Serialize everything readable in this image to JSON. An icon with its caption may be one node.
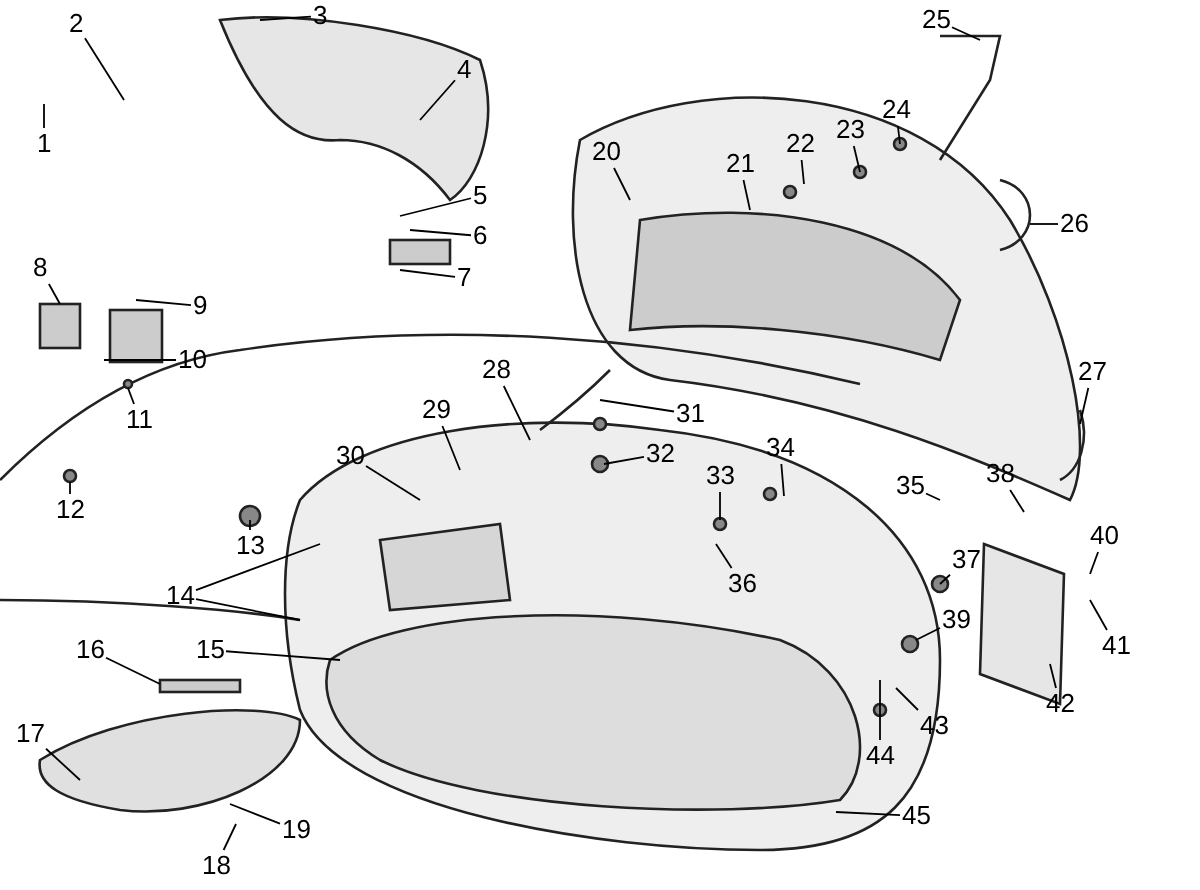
{
  "diagram": {
    "nodes": [
      {
        "text": [
          "1"
        ]
      },
      {
        "text": [
          "2"
        ]
      },
      {
        "text": [
          "3"
        ]
      },
      {
        "text": [
          "4"
        ]
      },
      {
        "text": [
          "5"
        ]
      },
      {
        "text": [
          "6"
        ]
      },
      {
        "text": [
          "7"
        ]
      },
      {
        "text": [
          "8"
        ]
      },
      {
        "text": [
          "9"
        ]
      },
      {
        "text": [
          "10"
        ]
      },
      {
        "text": [
          "11"
        ]
      },
      {
        "text": [
          "12"
        ]
      },
      {
        "text": [
          "13"
        ]
      },
      {
        "text": [
          "14"
        ]
      },
      {
        "text": [
          "15"
        ]
      },
      {
        "text": [
          "16"
        ]
      },
      {
        "text": [
          "17"
        ]
      },
      {
        "text": [
          "18"
        ]
      },
      {
        "text": [
          "19"
        ]
      },
      {
        "text": [
          "20"
        ]
      },
      {
        "text": [
          "21"
        ]
      },
      {
        "text": [
          "22"
        ]
      },
      {
        "text": [
          "23"
        ]
      },
      {
        "text": [
          "24"
        ]
      },
      {
        "text": [
          "25"
        ]
      },
      {
        "text": [
          "26"
        ]
      },
      {
        "text": [
          "27"
        ]
      },
      {
        "text": [
          "28"
        ]
      },
      {
        "text": [
          "29"
        ]
      },
      {
        "text": [
          "30"
        ]
      },
      {
        "text": [
          "31"
        ]
      },
      {
        "text": [
          "32"
        ]
      },
      {
        "text": [
          "33"
        ]
      },
      {
        "text": [
          "34"
        ]
      },
      {
        "text": [
          "35"
        ]
      },
      {
        "text": [
          "36"
        ]
      },
      {
        "text": [
          "37"
        ]
      },
      {
        "text": [
          "38"
        ]
      },
      {
        "text": [
          "39"
        ]
      },
      {
        "text": [
          "40"
        ]
      },
      {
        "text": [
          "41"
        ]
      },
      {
        "text": [
          "42"
        ]
      },
      {
        "text": [
          "43"
        ]
      },
      {
        "text": [
          "44"
        ]
      },
      {
        "text": [
          "45"
        ]
      }
    ],
    "edges": [
      {
        "from": 0,
        "to": null,
        "arrow": "none"
      },
      {
        "from": 1,
        "to": null,
        "arrow": "none"
      },
      {
        "from": 2,
        "to": null,
        "arrow": "none"
      },
      {
        "from": 3,
        "to": null,
        "arrow": "none"
      },
      {
        "from": 4,
        "to": null,
        "arrow": "none"
      },
      {
        "from": 5,
        "to": null,
        "arrow": "none"
      },
      {
        "from": 6,
        "to": null,
        "arrow": "none"
      },
      {
        "from": 7,
        "to": null,
        "arrow": "none"
      },
      {
        "from": 8,
        "to": null,
        "arrow": "none"
      },
      {
        "from": 9,
        "to": null,
        "arrow": "none"
      },
      {
        "from": 10,
        "to": null,
        "arrow": "none"
      },
      {
        "from": 11,
        "to": null,
        "arrow": "none"
      },
      {
        "from": 12,
        "to": null,
        "arrow": "none"
      },
      {
        "from": 13,
        "to": null,
        "arrow": "none"
      },
      {
        "from": 13,
        "to": null,
        "arrow": "none"
      },
      {
        "from": 14,
        "to": null,
        "arrow": "none"
      },
      {
        "from": 15,
        "to": null,
        "arrow": "none"
      },
      {
        "from": 16,
        "to": null,
        "arrow": "none"
      },
      {
        "from": 17,
        "to": null,
        "arrow": "none"
      },
      {
        "from": 18,
        "to": null,
        "arrow": "none"
      },
      {
        "from": 19,
        "to": null,
        "arrow": "none"
      },
      {
        "from": 20,
        "to": null,
        "arrow": "none"
      },
      {
        "from": 21,
        "to": null,
        "arrow": "none"
      },
      {
        "from": 22,
        "to": null,
        "arrow": "none"
      },
      {
        "from": 23,
        "to": null,
        "arrow": "none"
      },
      {
        "from": 24,
        "to": null,
        "arrow": "none"
      },
      {
        "from": 25,
        "to": null,
        "arrow": "none"
      },
      {
        "from": 26,
        "to": null,
        "arrow": "none"
      },
      {
        "from": 27,
        "to": null,
        "arrow": "none"
      },
      {
        "from": 28,
        "to": null,
        "arrow": "none"
      },
      {
        "from": 29,
        "to": null,
        "arrow": "none"
      },
      {
        "from": 30,
        "to": null,
        "arrow": "none"
      },
      {
        "from": 31,
        "to": null,
        "arrow": "none"
      },
      {
        "from": 32,
        "to": null,
        "arrow": "none"
      },
      {
        "from": 33,
        "to": null,
        "arrow": "none"
      },
      {
        "from": 34,
        "to": null,
        "arrow": "none"
      },
      {
        "from": 35,
        "to": null,
        "arrow": "none"
      },
      {
        "from": 36,
        "to": null,
        "arrow": "none"
      },
      {
        "from": 37,
        "to": null,
        "arrow": "none"
      },
      {
        "from": 38,
        "to": null,
        "arrow": "none"
      },
      {
        "from": 39,
        "to": null,
        "arrow": "none"
      },
      {
        "from": 40,
        "to": null,
        "arrow": "none"
      },
      {
        "from": 41,
        "to": null,
        "arrow": "none"
      },
      {
        "from": 42,
        "to": null,
        "arrow": "none"
      },
      {
        "from": 43,
        "to": null,
        "arrow": "none"
      },
      {
        "from": 44,
        "to": null,
        "arrow": "none"
      }
    ]
  }
}
